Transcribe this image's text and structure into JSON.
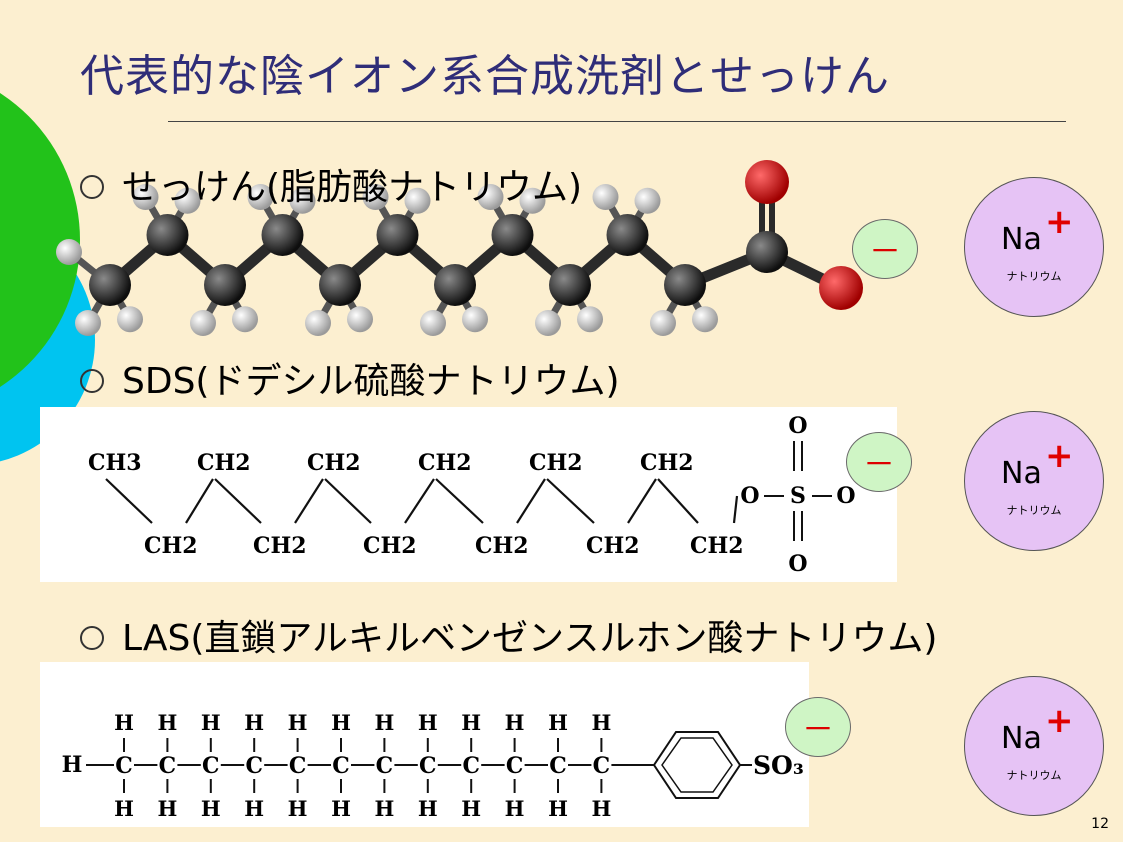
{
  "slide": {
    "title": "代表的な陰イオン系合成洗剤とせっけん",
    "page_number": "12"
  },
  "items": [
    {
      "label": "せっけん(脂肪酸ナトリウム)",
      "charge": "－",
      "counter_ion": {
        "symbol": "Na",
        "charge": "+",
        "name": "ナトリウム"
      }
    },
    {
      "label": "SDS(ドデシル硫酸ナトリウム)",
      "charge": "－",
      "counter_ion": {
        "symbol": "Na",
        "charge": "+",
        "name": "ナトリウム"
      }
    },
    {
      "label": "LAS(直鎖アルキルベンゼンスルホン酸ナトリウム)",
      "charge": "－",
      "counter_ion": {
        "symbol": "Na",
        "charge": "+",
        "name": "ナトリウム"
      }
    }
  ],
  "sds_formula": {
    "top_groups": [
      "CH3",
      "CH2",
      "CH2",
      "CH2",
      "CH2",
      "CH2"
    ],
    "bottom_groups": [
      "CH2",
      "CH2",
      "CH2",
      "CH2",
      "CH2",
      "CH2"
    ],
    "sulfate": {
      "O_top": "O",
      "O_left": "O",
      "S": "S",
      "O_right": "O",
      "O_bottom": "O"
    }
  },
  "las_formula": {
    "h_end": "H",
    "carbon": "C",
    "hydrogen": "H",
    "carbon_count": 12,
    "sulfonate": "SO₃"
  },
  "colors": {
    "background": "#fcefd0",
    "title": "#2f2d78",
    "green_deco": "#22c21a",
    "cyan_deco": "#00c4f0",
    "minus_bg": "#cff5c5",
    "na_bg": "#e6c3f5",
    "charge_red": "#e00000"
  }
}
